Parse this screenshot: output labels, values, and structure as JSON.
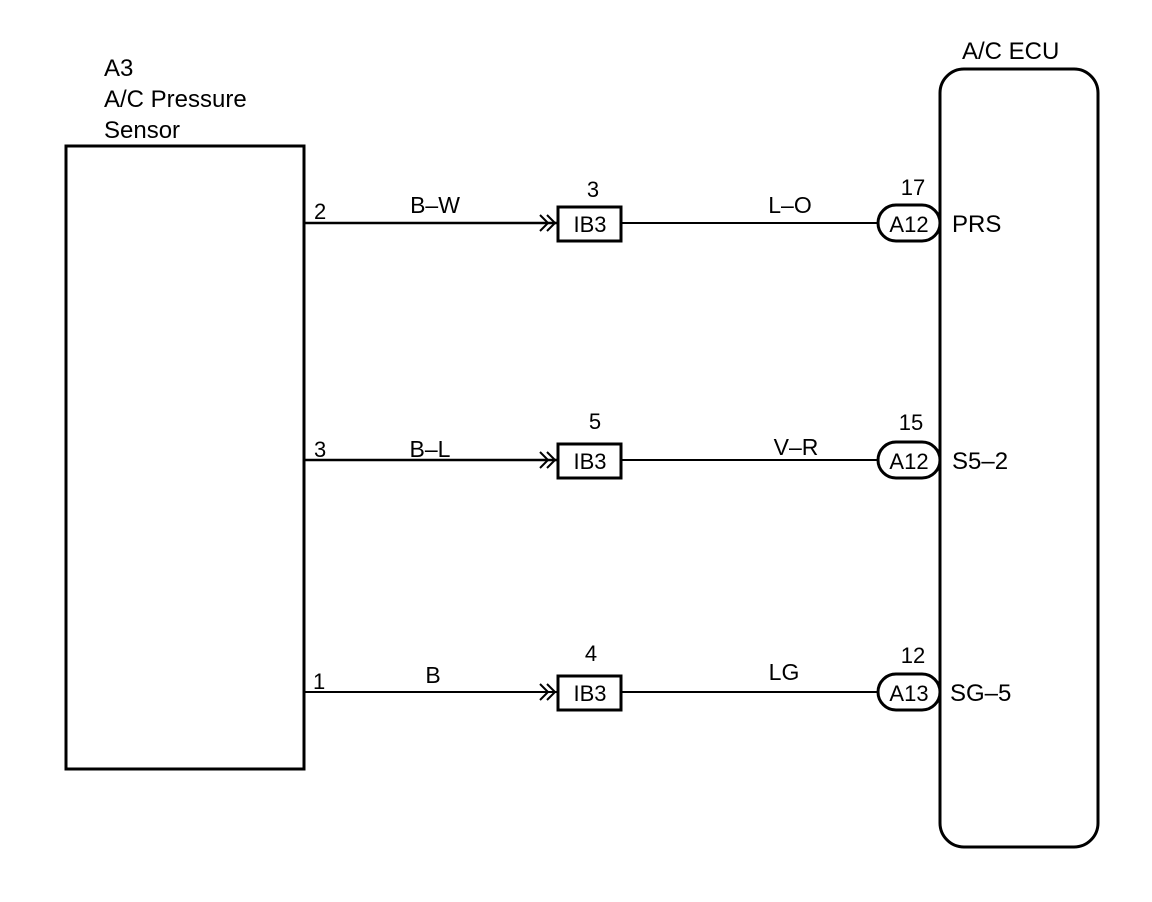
{
  "sensor": {
    "code": "A3",
    "name_line1": "A/C Pressure",
    "name_line2": "Sensor"
  },
  "ecu": {
    "title": "A/C ECU"
  },
  "circuits": [
    {
      "sensor_pin": "2",
      "wire_sensor_side": "B–W",
      "junction_pin": "3",
      "junction": "IB3",
      "wire_ecu_side": "L–O",
      "ecu_pin": "17",
      "ecu_connector": "A12",
      "ecu_terminal": "PRS"
    },
    {
      "sensor_pin": "3",
      "wire_sensor_side": "B–L",
      "junction_pin": "5",
      "junction": "IB3",
      "wire_ecu_side": "V–R",
      "ecu_pin": "15",
      "ecu_connector": "A12",
      "ecu_terminal": "S5–2"
    },
    {
      "sensor_pin": "1",
      "wire_sensor_side": "B",
      "junction_pin": "4",
      "junction": "IB3",
      "wire_ecu_side": "LG",
      "ecu_pin": "12",
      "ecu_connector": "A13",
      "ecu_terminal": "SG–5"
    }
  ]
}
